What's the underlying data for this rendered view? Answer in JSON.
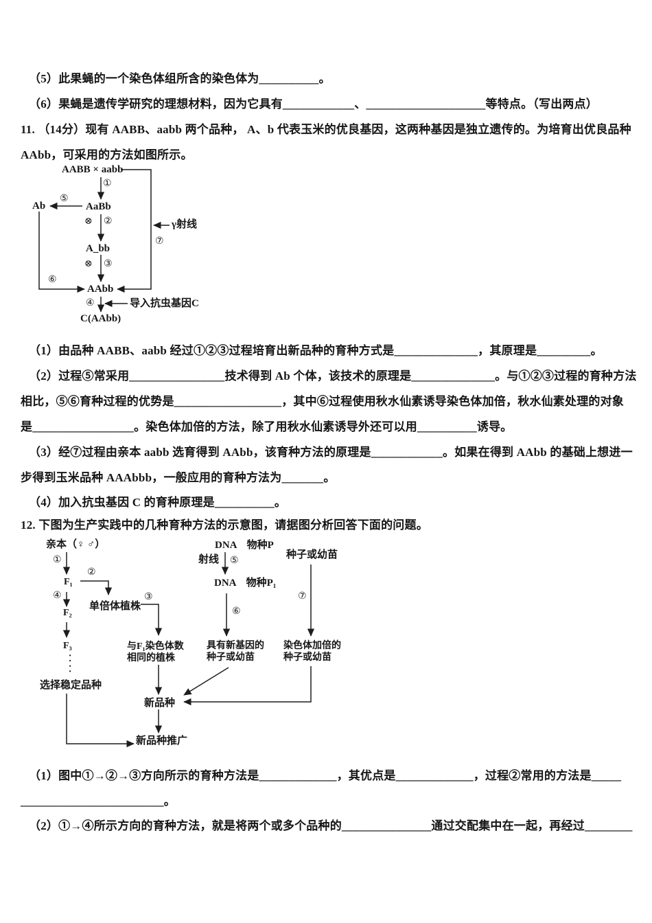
{
  "page": {
    "background": "#ffffff",
    "ink": "#161616"
  },
  "text": {
    "q5": "（5）此果蝇的一个染色体组所含的染色体为__________。",
    "q6": "（6）果蝇是遗传学研究的理想材料，因为它具有____________、____________________等特点。（写出两点）",
    "q11_intro1": "11. （14分）现有 AABB、aabb 两个品种， A、b 代表玉米的优良基因，这两种基因是独立遗传的。为培育出优良品种",
    "q11_intro2": "AAbb，可采用的方法如图所示。",
    "q11_1": "（1）由品种 AABB、aabb 经过①②③过程培育出新品种的育种方式是______________，其原理是_________。",
    "q11_2a": "（2）过程⑤常采用________________技术得到 Ab 个体，该技术的原理是______________。与①②③过程的育种方法",
    "q11_2b": "相比，⑤⑥育种过程的优势是__________________，其中⑥过程使用秋水仙素诱导染色体加倍，秋水仙素处理的对象",
    "q11_2c": "是_________________。染色体加倍的方法，除了用秋水仙素诱导外还可以用__________诱导。",
    "q11_3a": "（3）经⑦过程由亲本 aabb 选育得到 AAbb，该育种方法的原理是____________。如果在得到 AAbb 的基础上想进一",
    "q11_3b": "步得到玉米品种 AAAbbb，一般应用的育种方法为_______。",
    "q11_4": "（4）加入抗虫基因 C 的育种原理是__________。",
    "q12_intro": "12. 下图为生产实践中的几种育种方法的示意图，请据图分析回答下面的问题。",
    "q12_1a": "（1）图中①→②→③方向所示的育种方法是_____________，其优点是_____________，过程②常用的方法是_____",
    "q12_1b": "________________________。",
    "q12_2": "（2）①→④所示方向的育种方法，就是将两个或多个品种的_______________通过交配集中在一起，再经过________"
  },
  "diagram1": {
    "cross": "AABB × aabb",
    "hybrid_f1": "AaBb",
    "gamete": "Ab",
    "a_bb": "A_bb",
    "target": "AAbb",
    "transgenic_result": "C(AAbb)",
    "gamma_ray": "γ射线",
    "insert_gene": "导入抗虫基因C",
    "self_cross": "⊗",
    "steps": {
      "s1": "①",
      "s2": "②",
      "s3": "③",
      "s4": "④",
      "s5": "⑤",
      "s6": "⑥",
      "s7": "⑦"
    }
  },
  "diagram2": {
    "parents": "亲本（♀ ♂）",
    "f1": "F₁",
    "f2": "F₂",
    "f3": "F₃",
    "ellipsis": "····",
    "select_stable": "选择稳定品种",
    "haploid": "单倍体植株",
    "same_chromosome_line1": "与F₁染色体数",
    "same_chromosome_line2": "相同的植株",
    "new_variety": "新品种",
    "promotion": "新品种推广",
    "dna_species_p": "DNA　物种P",
    "dna_species_p1": "DNA　物种P₁",
    "ray": "射线",
    "new_gene_line1": "具有新基因的",
    "new_gene_line2": "种子或幼苗",
    "seed_or_seedling": "种子或幼苗",
    "doubled_line1": "染色体加倍的",
    "doubled_line2": "种子或幼苗",
    "steps": {
      "s1": "①",
      "s2": "②",
      "s3": "③",
      "s4": "④",
      "s5": "⑤",
      "s6": "⑥",
      "s7": "⑦"
    }
  }
}
